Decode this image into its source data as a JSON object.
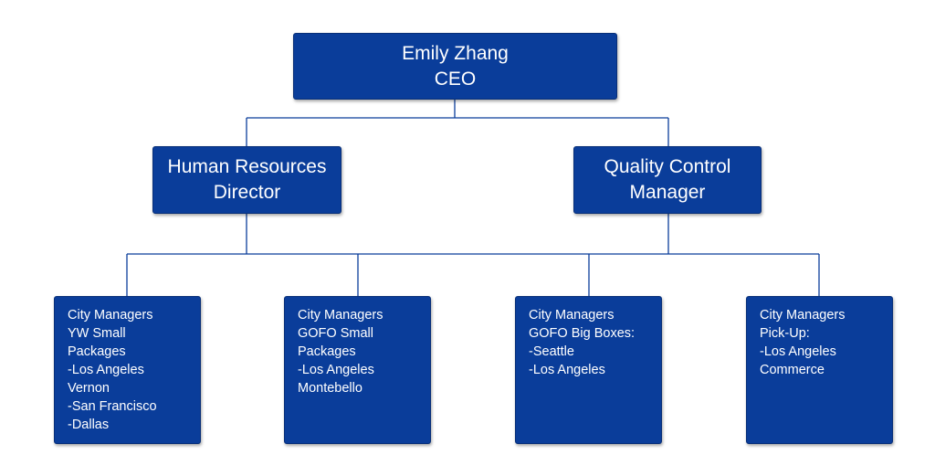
{
  "colors": {
    "box": "#0a3d9a",
    "text": "#ffffff",
    "line": "#0a3d9a"
  },
  "ceo": {
    "name": "Emily Zhang",
    "title": "CEO"
  },
  "hr": {
    "line1": "Human Resources",
    "line2": "Director"
  },
  "qc": {
    "line1": "Quality Control",
    "line2": "Manager"
  },
  "city_managers": [
    {
      "text": "City Managers\nYW Small\nPackages\n-Los Angeles\nVernon\n-San Francisco\n-Dallas"
    },
    {
      "text": "City Managers\nGOFO Small\nPackages\n-Los Angeles\nMontebello"
    },
    {
      "text": "City Managers\nGOFO Big Boxes:\n-Seattle\n-Los Angeles"
    },
    {
      "text": "City Managers\nPick-Up:\n-Los Angeles\nCommerce"
    }
  ]
}
